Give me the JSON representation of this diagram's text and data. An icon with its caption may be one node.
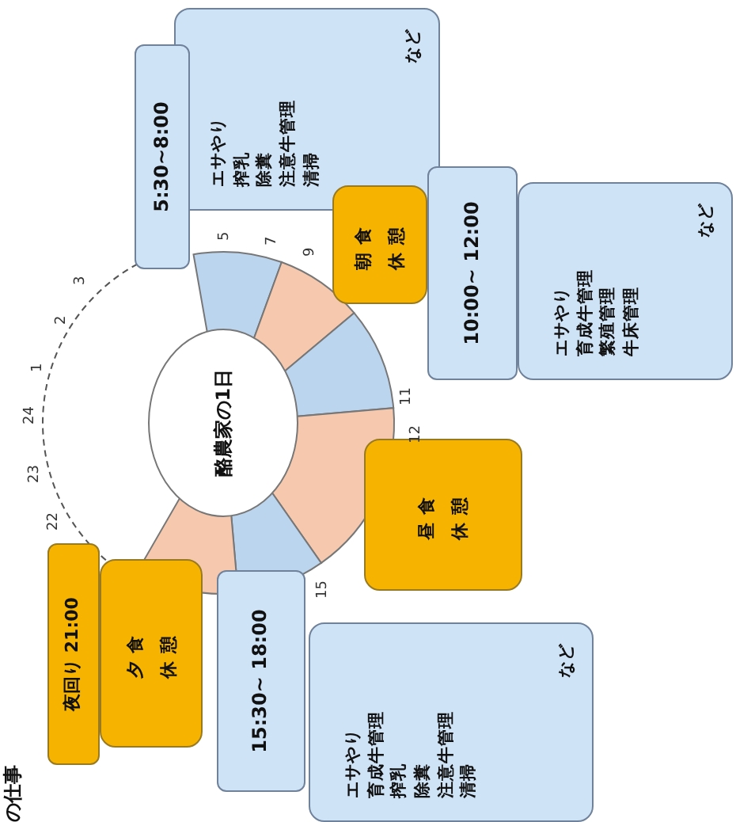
{
  "diagram": {
    "nodes": [
      {
        "text": [
          "酪農家の1日"
        ]
      },
      {
        "text": [
          "5:30~8:00"
        ]
      },
      {
        "text": [
          "エサやり",
          "搾乳",
          "除糞",
          "注意牛管理",
          "清掃",
          "など"
        ]
      },
      {
        "text": [
          "朝食",
          "休憩"
        ]
      },
      {
        "text": [
          "10:00~ 12:00"
        ]
      },
      {
        "text": [
          "エサやり",
          "育成牛管理",
          "繁殖管理",
          "牛床管理",
          "など"
        ]
      },
      {
        "text": [
          "昼食",
          "休憩"
        ]
      },
      {
        "text": [
          "夜回り 21:00"
        ]
      },
      {
        "text": [
          "夕食",
          "休憩"
        ]
      },
      {
        "text": [
          "15:30~ 18:00"
        ]
      },
      {
        "text": [
          "エサやり",
          "育成牛管理",
          "搾乳",
          "除糞",
          "注意牛管理",
          "清掃",
          "など"
        ]
      }
    ],
    "labels": [
      "の仕事",
      "22",
      "23",
      "24",
      "1",
      "2",
      "3",
      "5",
      "7",
      "9",
      "11",
      "12",
      "15"
    ]
  }
}
